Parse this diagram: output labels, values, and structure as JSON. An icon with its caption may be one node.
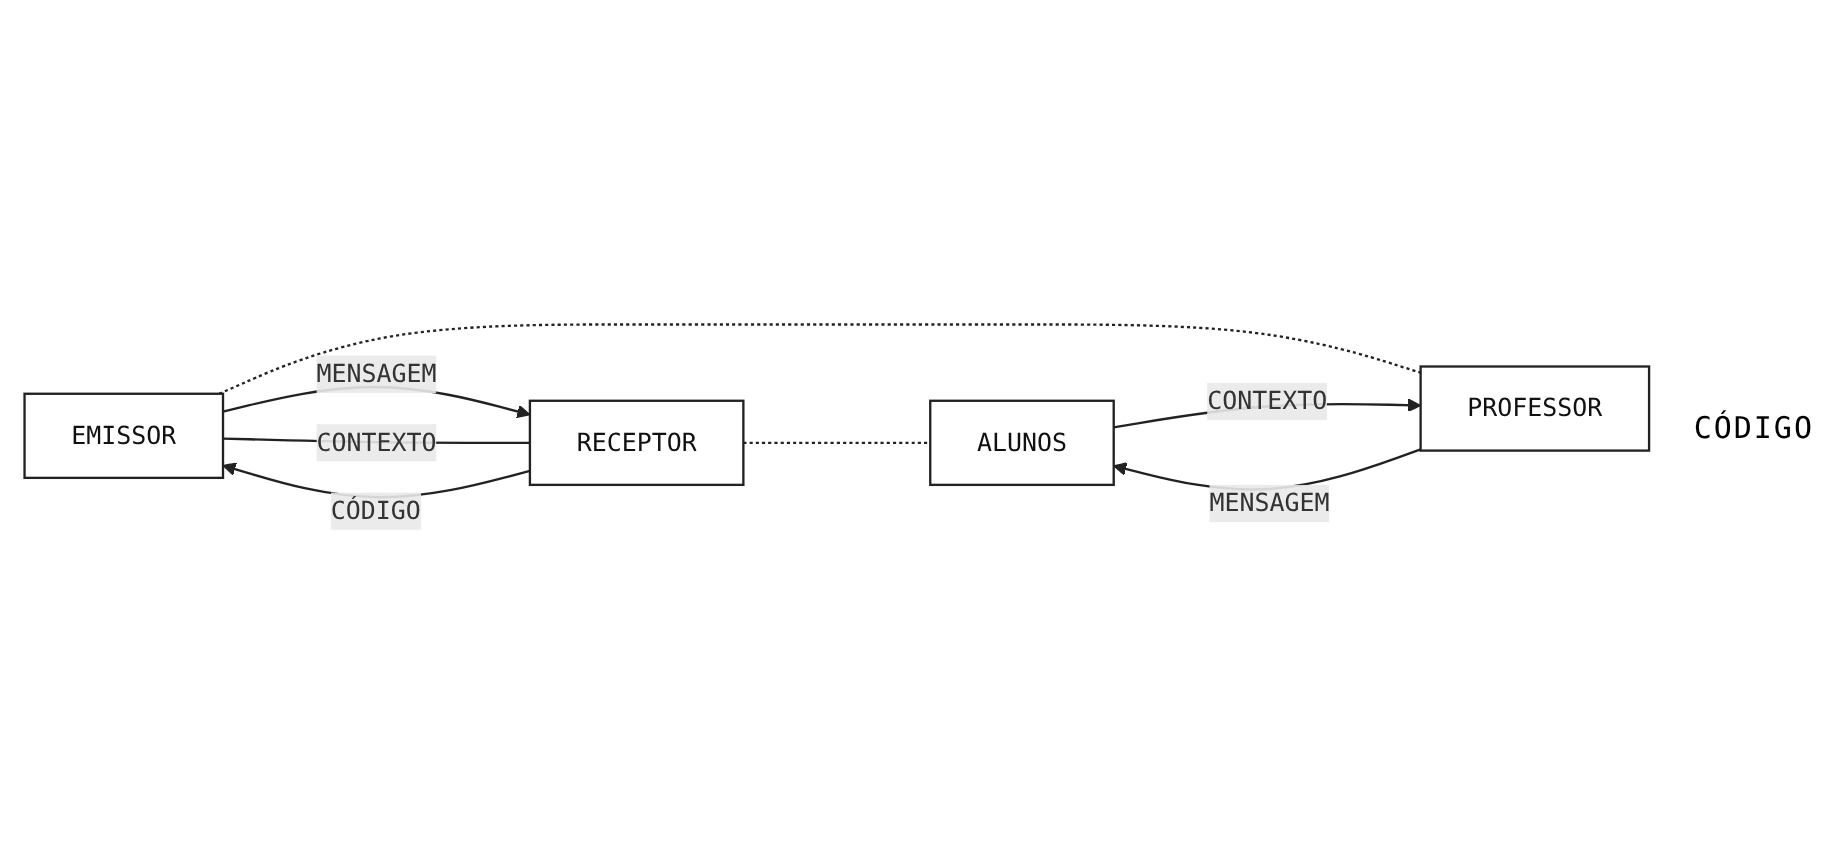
{
  "diagram": {
    "nodes": [
      {
        "text": [
          "EMISSOR"
        ]
      },
      {
        "text": [
          "RECEPTOR"
        ]
      },
      {
        "text": [
          "PROFESSOR"
        ]
      },
      {
        "text": [
          "ALUNOS"
        ]
      }
    ],
    "edges": [
      {
        "from": 0,
        "to": 1,
        "arrow": "to",
        "label": "MENSAGEM"
      },
      {
        "from": 1,
        "to": 0,
        "arrow": "to",
        "label": "CÓDIGO"
      },
      {
        "from": 0,
        "to": 1,
        "arrow": "none",
        "label": "CONTEXTO"
      },
      {
        "from": 0,
        "to": 2,
        "arrow": "none",
        "style": "dashed"
      },
      {
        "from": 1,
        "to": 3,
        "arrow": "none",
        "style": "dashed"
      },
      {
        "from": 2,
        "to": 3,
        "arrow": "to",
        "label": "MENSAGEM"
      },
      {
        "from": 3,
        "to": 2,
        "arrow": "to",
        "label": "CONTEXTO"
      }
    ],
    "labels": [
      "CÓDIGO"
    ]
  }
}
